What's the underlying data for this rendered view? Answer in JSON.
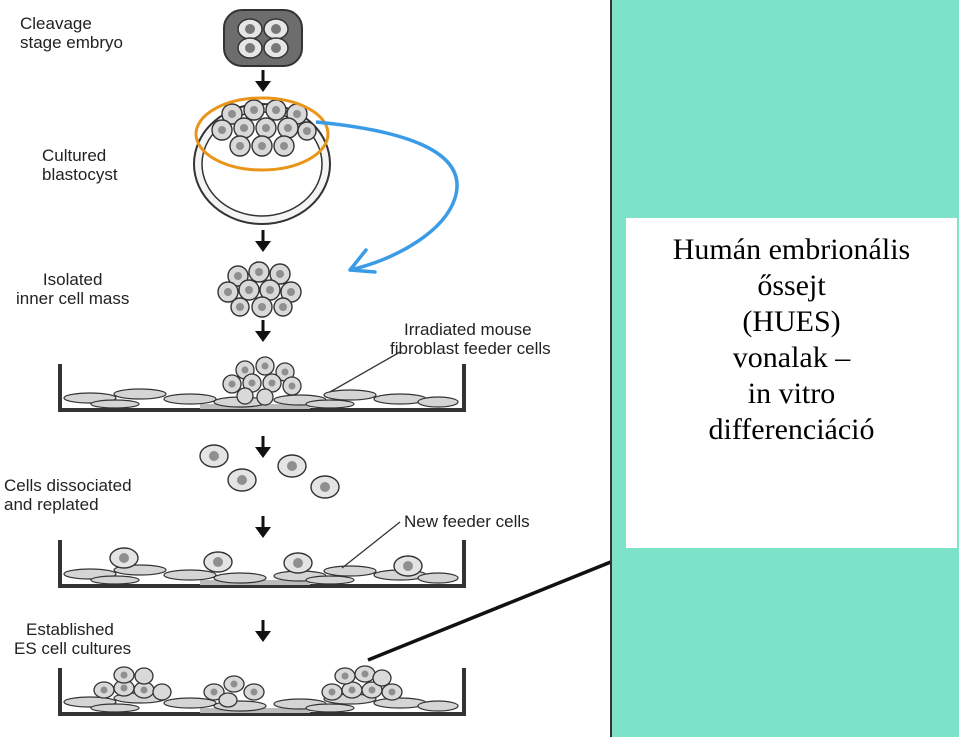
{
  "labels": {
    "cleavage": [
      "Cleavage",
      "stage embryo"
    ],
    "blastocyst": [
      "Cultured",
      "blastocyst"
    ],
    "icm": [
      "Isolated",
      "inner cell mass"
    ],
    "feeder": [
      "Irradiated mouse",
      "fibroblast feeder cells"
    ],
    "dissociated": [
      "Cells dissociated",
      "and replated"
    ],
    "new_feeder": "New feeder cells",
    "established": [
      "Established",
      "ES cell cultures"
    ]
  },
  "callout_lines": [
    "Humán embrionális",
    "őssejt",
    "(HUES)",
    "vonalak –",
    "in vitro",
    "differenciáció"
  ],
  "colors": {
    "panel": "#7de3c8",
    "blue_arrow": "#3a9be6",
    "orange_ring": "#e8951a",
    "cell_fill": "#d9d9d9",
    "nucleus": "#8f8f8f"
  }
}
